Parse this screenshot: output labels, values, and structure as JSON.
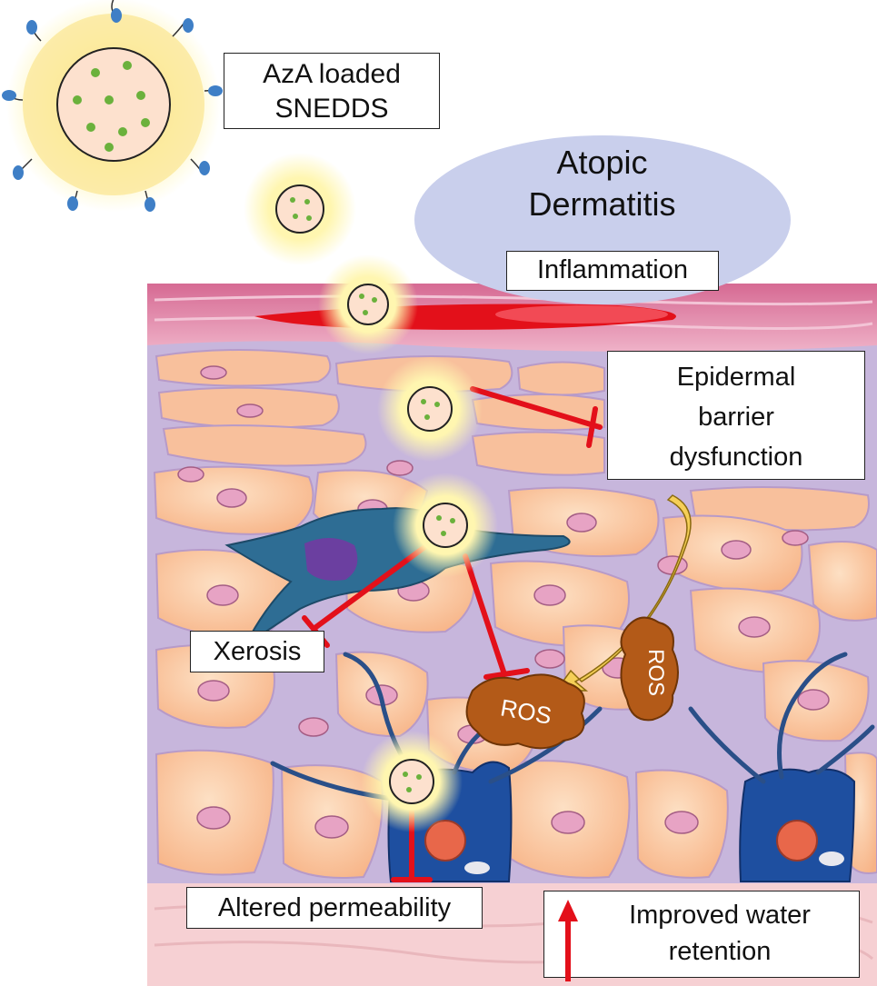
{
  "condition": {
    "line1": "Atopic",
    "line2": "Dermatitis"
  },
  "labels": {
    "nanocarrier": {
      "line1": "AzA loaded",
      "line2": "SNEDDS"
    },
    "inflammation": "Inflammation",
    "barrier": {
      "line1": "Epidermal",
      "line2": "barrier",
      "line3": "dysfunction"
    },
    "xerosis": "Xerosis",
    "permeability": "Altered permeability",
    "water": {
      "line1": "Improved water",
      "line2": "retention"
    },
    "ros": [
      "ROS",
      "ROS"
    ]
  },
  "colors": {
    "inhibition_arrow": "#e3101a",
    "ros": "#b35a18",
    "cell": "#fbc59f",
    "nucleus": "#d98fb3",
    "interstitium": "#c7b6dc",
    "melanocyte": "#2e6d94",
    "langerhans": "#1e4fa0",
    "ellipse": "#c9cfec",
    "yellow_arrow": "#f5cf57"
  }
}
